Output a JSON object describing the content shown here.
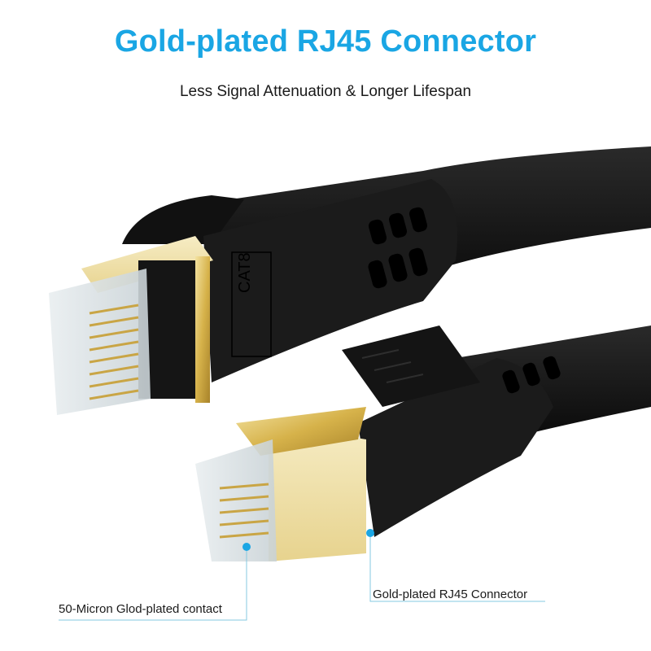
{
  "header": {
    "title": "Gold-plated RJ45 Connector",
    "subtitle": "Less Signal Attenuation & Longer Lifespan"
  },
  "product": {
    "boot_marking": "CAT8",
    "cable_color": "#0d0d0d",
    "gold_color": "#d9b84a",
    "accent_color": "#1aa6e4"
  },
  "callouts": [
    {
      "label": "50-Micron Glod-plated contact"
    },
    {
      "label": "Gold-plated RJ45 Connector"
    }
  ]
}
